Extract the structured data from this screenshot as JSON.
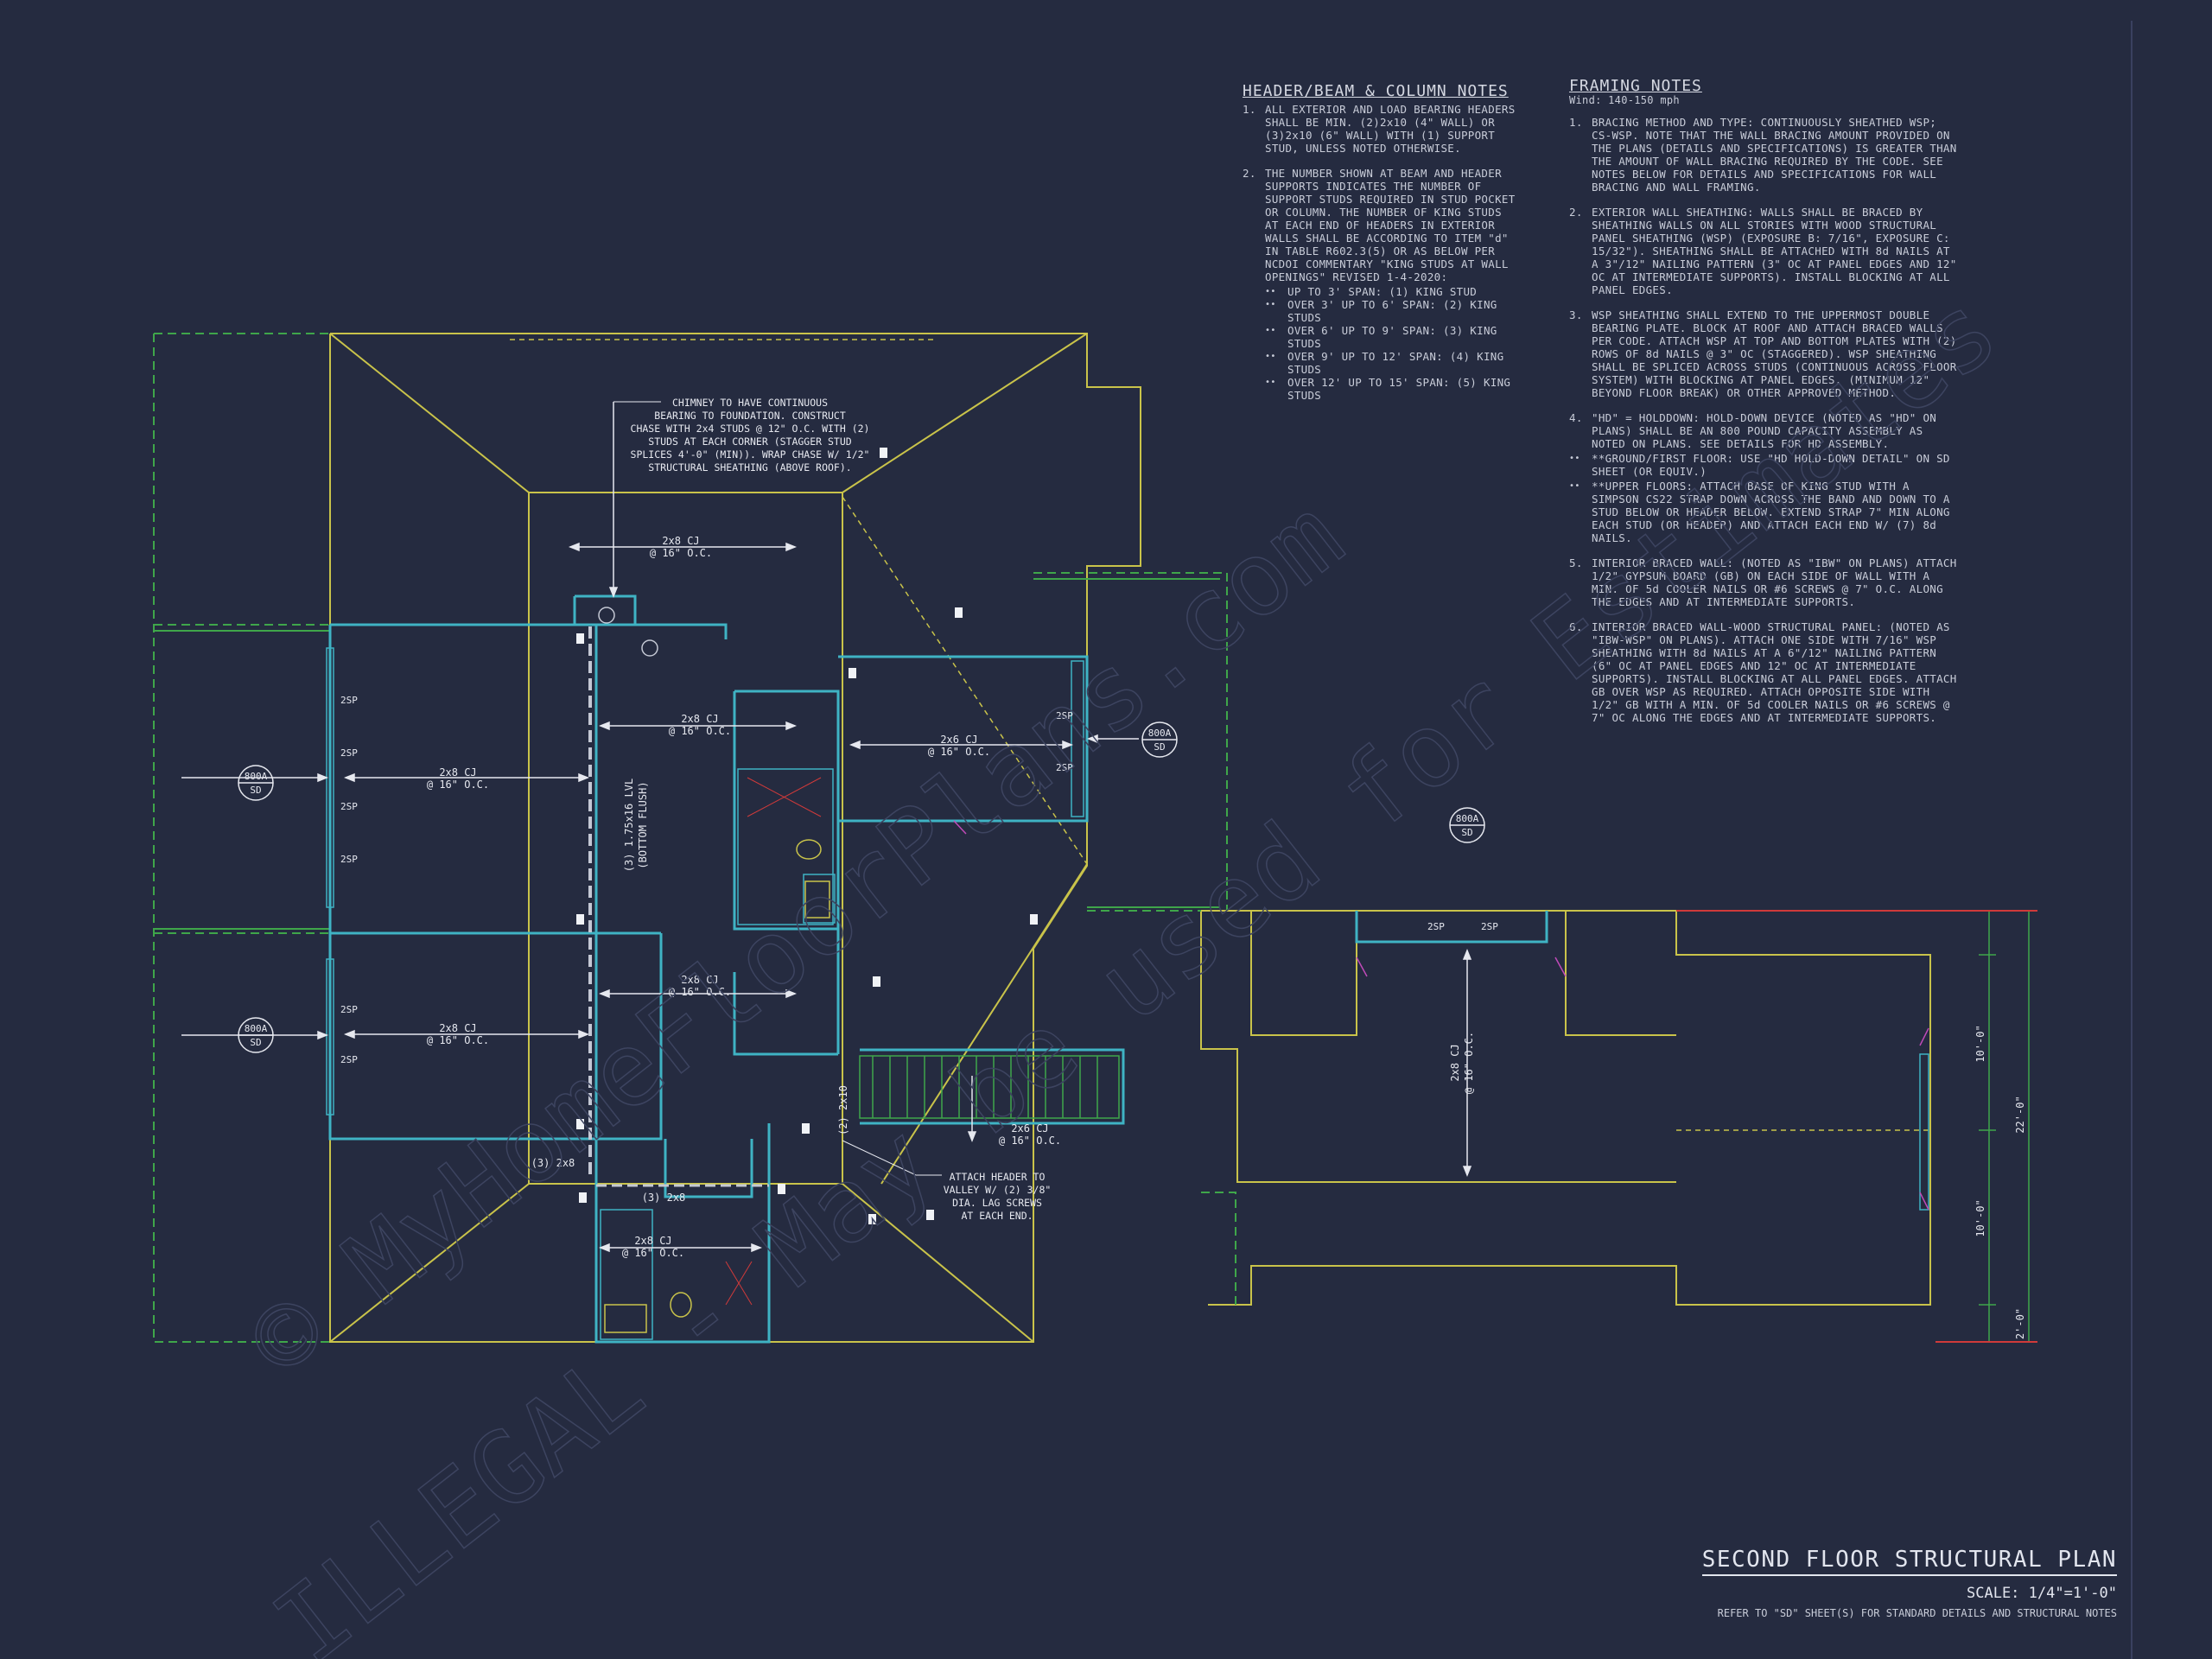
{
  "header_notes": {
    "title": "HEADER/BEAM & COLUMN NOTES",
    "items": [
      "ALL EXTERIOR AND LOAD BEARING HEADERS SHALL BE MIN. (2)2x10 (4\" WALL) OR (3)2x10 (6\" WALL) WITH (1) SUPPORT STUD, UNLESS NOTED OTHERWISE.",
      "THE NUMBER SHOWN AT BEAM AND HEADER SUPPORTS INDICATES THE NUMBER OF SUPPORT STUDS REQUIRED IN STUD POCKET OR COLUMN. THE NUMBER OF KING STUDS AT EACH END OF HEADERS IN EXTERIOR WALLS SHALL BE ACCORDING TO ITEM \"d\" IN TABLE R602.3(5) OR AS BELOW PER NCDOI COMMENTARY \"KING STUDS AT WALL OPENINGS\" REVISED 1-4-2020:"
    ],
    "bullets": [
      "UP TO 3' SPAN: (1) KING STUD",
      "OVER 3' UP TO 6' SPAN: (2) KING STUDS",
      "OVER 6' UP TO 9' SPAN: (3) KING STUDS",
      "OVER 9' UP TO 12' SPAN: (4) KING STUDS",
      "OVER 12' UP TO 15' SPAN: (5) KING STUDS"
    ]
  },
  "framing_notes": {
    "title": "FRAMING NOTES",
    "wind": "Wind: 140-150 mph",
    "items": [
      "BRACING METHOD AND TYPE: CONTINUOUSLY SHEATHED WSP; CS-WSP. NOTE THAT THE WALL BRACING AMOUNT PROVIDED ON THE PLANS (DETAILS AND SPECIFICATIONS) IS GREATER THAN THE AMOUNT OF WALL BRACING REQUIRED BY THE CODE. SEE NOTES BELOW FOR DETAILS AND SPECIFICATIONS FOR WALL BRACING AND WALL FRAMING.",
      "EXTERIOR WALL SHEATHING: WALLS SHALL BE BRACED BY SHEATHING WALLS ON ALL STORIES WITH WOOD STRUCTURAL PANEL SHEATHING (WSP) (EXPOSURE B: 7/16\", EXPOSURE C: 15/32\"). SHEATHING SHALL BE ATTACHED WITH 8d NAILS AT A 3\"/12\" NAILING PATTERN (3\" OC AT PANEL EDGES AND 12\" OC AT INTERMEDIATE SUPPORTS). INSTALL BLOCKING AT ALL PANEL EDGES.",
      "WSP SHEATHING SHALL EXTEND TO THE UPPERMOST DOUBLE BEARING PLATE. BLOCK AT ROOF AND ATTACH BRACED WALLS PER CODE. ATTACH WSP AT TOP AND BOTTOM PLATES WITH (2) ROWS OF 8d NAILS @ 3\" OC (STAGGERED). WSP SHEATHING SHALL BE SPLICED ACROSS STUDS (CONTINUOUS ACROSS FLOOR SYSTEM) WITH BLOCKING AT PANEL EDGES. (MINIMUM 12\" BEYOND FLOOR BREAK) OR OTHER APPROVED METHOD.",
      "\"HD\" = HOLDDOWN: HOLD-DOWN DEVICE (NOTED AS \"HD\" ON PLANS) SHALL BE AN 800 POUND CAPACITY ASSEMBLY AS NOTED ON PLANS. SEE DETAILS FOR HD ASSEMBLY.",
      "INTERIOR BRACED WALL: (NOTED AS \"IBW\" ON PLANS) ATTACH 1/2\" GYPSUM BOARD (GB) ON EACH SIDE OF WALL WITH A MIN. OF 5d COOLER NAILS OR #6 SCREWS @ 7\" O.C. ALONG THE EDGES AND AT INTERMEDIATE SUPPORTS.",
      "INTERIOR BRACED WALL-WOOD STRUCTURAL PANEL: (NOTED AS \"IBW-WSP\" ON PLANS). ATTACH ONE SIDE WITH 7/16\" WSP SHEATHING WITH 8d NAILS AT A 6\"/12\" NAILING PATTERN (6\" OC AT PANEL EDGES AND 12\" OC AT INTERMEDIATE SUPPORTS). INSTALL BLOCKING AT ALL PANEL EDGES. ATTACH GB OVER WSP AS REQUIRED. ATTACH OPPOSITE SIDE WITH 1/2\" GB WITH A MIN. OF 5d COOLER NAILS OR #6 SCREWS @ 7\" OC ALONG THE EDGES AND AT INTERMEDIATE SUPPORTS."
    ],
    "sub_bullets": [
      "**GROUND/FIRST FLOOR: USE \"HD HOLD-DOWN DETAIL\" ON SD SHEET (OR EQUIV.)",
      "**UPPER FLOORS: ATTACH BASE OF KING STUD WITH A SIMPSON CS22 STRAP DOWN ACROSS THE BAND AND DOWN TO A STUD BELOW OR HEADER BELOW. EXTEND STRAP 7\" MIN ALONG EACH STUD (OR HEADER) AND ATTACH EACH END W/ (7) 8d NAILS."
    ]
  },
  "plan_labels": {
    "chimney_note": [
      "CHIMNEY TO HAVE CONTINUOUS",
      "BEARING TO FOUNDATION. CONSTRUCT",
      "CHASE WITH 2x4 STUDS @ 12\" O.C. WITH (2)",
      "STUDS AT EACH CORNER (STAGGER STUD",
      "SPLICES 4'-0\" (MIN)). WRAP CHASE W/ 1/2\"",
      "STRUCTURAL SHEATHING (ABOVE ROOF)."
    ],
    "attach_note": [
      "ATTACH HEADER TO",
      "VALLEY W/ (2) 3/8\"",
      "DIA. LAG SCREWS",
      "AT EACH END."
    ],
    "cj_2x8": "2x8 CJ",
    "cj_2x6": "2x6 CJ",
    "oc16": "@ 16\" O.C.",
    "lvl": "(3) 1.75x16 LVL",
    "lvl_sub": "(BOTTOM FLUSH)",
    "two_2x8_a": "(3) 2x8",
    "two_2x8_b": "(3) 2x8",
    "two_2x10": "(2) 2x10",
    "sp": "2SP",
    "detail_top": "800A",
    "detail_bot": "SD",
    "dim_total": "22'-0\"",
    "dim_a": "10'-0\"",
    "dim_b": "10'-0\"",
    "dim_c": "2'-0\""
  },
  "title_block": {
    "title": "SECOND FLOOR STRUCTURAL PLAN",
    "scale": "SCALE: 1/4\"=1'-0\"",
    "refer": "REFER TO \"SD\" SHEET(S) FOR STANDARD DETAILS AND STRUCTURAL NOTES"
  },
  "watermark": {
    "line1": "© MyHomeFloorPlans.com",
    "line2": "ILLEGAL - May be used for Estimates"
  },
  "colors": {
    "background": "#252b40",
    "yellow": "#c9c34a",
    "green": "#3fa64a",
    "cyan": "#3fb3c4",
    "white": "#e6e8ef",
    "red": "#d03a3a",
    "magenta": "#c04ab8"
  }
}
